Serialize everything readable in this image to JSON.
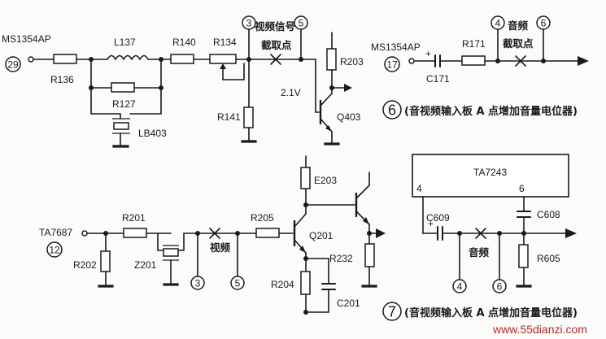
{
  "top_left": {
    "ic": "MS1354AP",
    "pin": "29",
    "parts": {
      "r136": "R136",
      "l137": "L137",
      "r127": "R127",
      "lb403": "LB403",
      "r140": "R140",
      "r134": "R134",
      "r141": "R141",
      "r203": "R203",
      "q403": "Q403",
      "voltage": "2.1V"
    },
    "point_left": "3",
    "point_right": "5",
    "caption_line1": "视频信号",
    "caption_line2": "截取点"
  },
  "top_right": {
    "ic": "MS1354AP",
    "pin": "17",
    "parts": {
      "c171": "C171",
      "r171": "R171",
      "plus": "+"
    },
    "point_left": "4",
    "point_right": "6",
    "caption_line1": "音频",
    "caption_line2": "截取点",
    "fig_number": "6",
    "fig_caption": "(音视频输入板 A 点增加音量电位器)"
  },
  "bottom_left": {
    "ic": "TA7687",
    "pin": "12",
    "parts": {
      "r201": "R201",
      "r202": "R202",
      "z201": "Z201",
      "r205": "R205",
      "q201": "Q201",
      "e203": "E203",
      "r232": "R232",
      "r204": "R204",
      "c201": "C201"
    },
    "label_video": "视频",
    "point_left": "3",
    "point_right": "5"
  },
  "bottom_right": {
    "ic": "TA7243",
    "pin_left": "4",
    "pin_right": "6",
    "parts": {
      "c609": "C609",
      "c608": "C608",
      "r605": "R605",
      "plus": "+"
    },
    "label_audio": "音频",
    "point_left": "4",
    "point_right": "6",
    "fig_number": "7",
    "fig_caption": "(音视频输入板 A 点增加音量电位器)"
  },
  "watermark": "www.55dianzi.com"
}
